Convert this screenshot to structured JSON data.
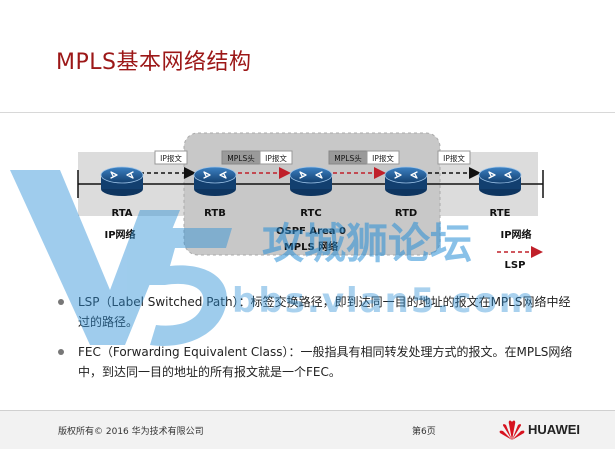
{
  "title": "MPLS基本网络结构",
  "diagram": {
    "routers": [
      {
        "id": "rta",
        "label": "RTA"
      },
      {
        "id": "rtb",
        "label": "RTB"
      },
      {
        "id": "rtc",
        "label": "RTC"
      },
      {
        "id": "rtd",
        "label": "RTD"
      },
      {
        "id": "rte",
        "label": "RTE"
      }
    ],
    "packet_labels": {
      "ip_packet": "IP报文",
      "mpls_header": "MPLS头"
    },
    "area_label": "OSPF Area 0",
    "mpls_network_label": "MPLS 网络",
    "ip_network_left": "IP网络",
    "ip_network_right": "IP网络",
    "lsp_legend": "LSP"
  },
  "bullets": [
    {
      "text": "LSP（Label Switched Path）：标签交换路径，即到达同一目的地址的报文在MPLS网络中经过的路径。"
    },
    {
      "text": "FEC（Forwarding Equivalent Class）：一般指具有相同转发处理方式的报文。在MPLS网络中，到达同一目的地址的所有报文就是一个FEC。"
    }
  ],
  "watermark": {
    "cn": "攻城狮论坛",
    "url": "bbs.vlan5.com"
  },
  "footer": {
    "copyright": "版权所有© 2016 华为技术有限公司",
    "page": "第6页",
    "brand": "HUAWEI"
  },
  "colors": {
    "title": "#9c1717",
    "router_blue": "#1f5f9a",
    "lsp_red": "#c0202a",
    "mpls_area_gray": "#cfcfcf",
    "watermark_blue": "#2a8fd6"
  }
}
